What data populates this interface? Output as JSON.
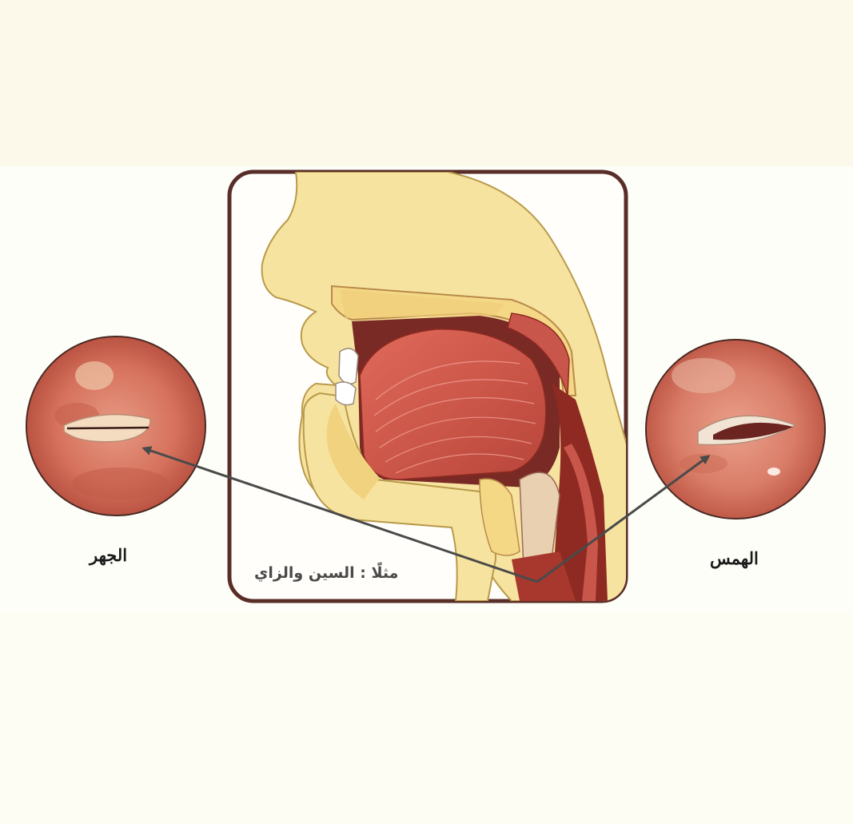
{
  "labels": {
    "voiced": "الجهر",
    "whispered": "الهمس",
    "example": "مثلًا : السين والزاي"
  },
  "colors": {
    "frame_border": "#5a2e28",
    "skin": "#f7e3a0",
    "muscle": "#c9564a",
    "throat": "#8e2a22",
    "arrow": "#4a4a4a"
  }
}
